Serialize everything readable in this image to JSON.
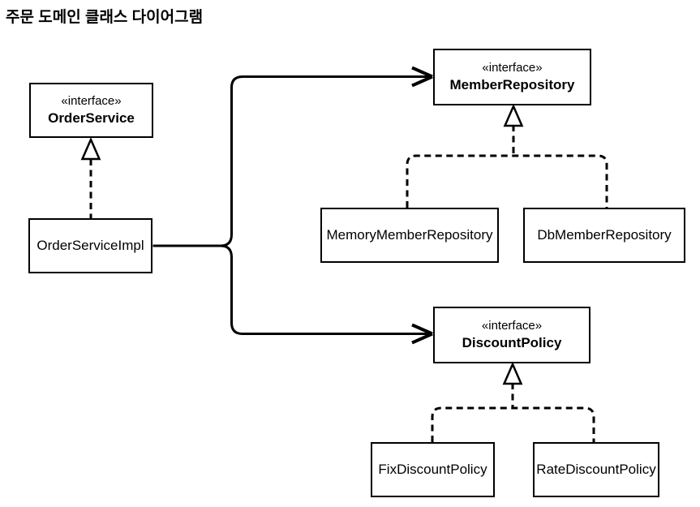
{
  "title": "주문 도메인 클래스 다이어그램",
  "nodes": {
    "order_service": {
      "stereotype": "«interface»",
      "name": "OrderService"
    },
    "order_service_impl": {
      "name": "OrderServiceImpl"
    },
    "member_repository": {
      "stereotype": "«interface»",
      "name": "MemberRepository"
    },
    "memory_member_repository": {
      "name": "MemoryMemberRepository"
    },
    "db_member_repository": {
      "name": "DbMemberRepository"
    },
    "discount_policy": {
      "stereotype": "«interface»",
      "name": "DiscountPolicy"
    },
    "fix_discount_policy": {
      "name": "FixDiscountPolicy"
    },
    "rate_discount_policy": {
      "name": "RateDiscountPolicy"
    }
  },
  "relationships": [
    {
      "from": "OrderServiceImpl",
      "to": "OrderService",
      "type": "realization"
    },
    {
      "from": "OrderServiceImpl",
      "to": "MemberRepository",
      "type": "dependency"
    },
    {
      "from": "OrderServiceImpl",
      "to": "DiscountPolicy",
      "type": "dependency"
    },
    {
      "from": "MemoryMemberRepository",
      "to": "MemberRepository",
      "type": "realization"
    },
    {
      "from": "DbMemberRepository",
      "to": "MemberRepository",
      "type": "realization"
    },
    {
      "from": "FixDiscountPolicy",
      "to": "DiscountPolicy",
      "type": "realization"
    },
    {
      "from": "RateDiscountPolicy",
      "to": "DiscountPolicy",
      "type": "realization"
    }
  ],
  "colors": {
    "stroke": "#000000",
    "box_fill": "#ffffff",
    "background": "#ffffff",
    "text": "#000000"
  }
}
